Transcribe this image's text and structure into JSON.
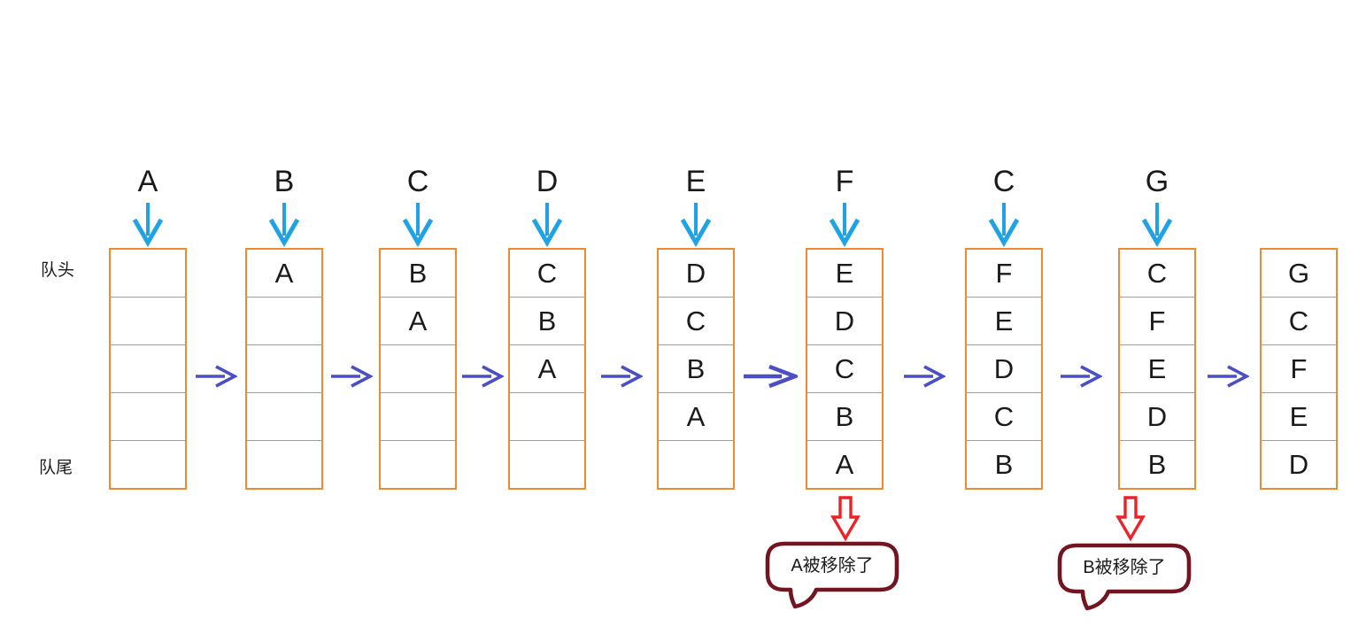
{
  "labels": {
    "queue_head": "队头",
    "queue_tail": "队尾"
  },
  "queues": [
    {
      "incoming": "A",
      "cells": [
        "",
        "",
        "",
        "",
        ""
      ]
    },
    {
      "incoming": "B",
      "cells": [
        "A",
        "",
        "",
        "",
        ""
      ]
    },
    {
      "incoming": "C",
      "cells": [
        "B",
        "A",
        "",
        "",
        ""
      ]
    },
    {
      "incoming": "D",
      "cells": [
        "C",
        "B",
        "A",
        "",
        ""
      ]
    },
    {
      "incoming": "E",
      "cells": [
        "D",
        "C",
        "B",
        "A",
        ""
      ]
    },
    {
      "incoming": "F",
      "cells": [
        "E",
        "D",
        "C",
        "B",
        "A"
      ],
      "dequeue_note": "A被移除了"
    },
    {
      "incoming": "C",
      "cells": [
        "F",
        "E",
        "D",
        "C",
        "B"
      ]
    },
    {
      "incoming": "G",
      "cells": [
        "C",
        "F",
        "E",
        "D",
        "B"
      ],
      "dequeue_note": "B被移除了"
    },
    {
      "incoming": "",
      "cells": [
        "G",
        "C",
        "F",
        "E",
        "D"
      ]
    }
  ],
  "colors": {
    "cell_border": "#ED8A33",
    "enqueue_arrow": "#1FA3E4",
    "step_arrow": "#4A4FC6",
    "dequeue_arrow": "#EC2227",
    "bubble_border": "#721520",
    "text": "#1a1a1a"
  }
}
